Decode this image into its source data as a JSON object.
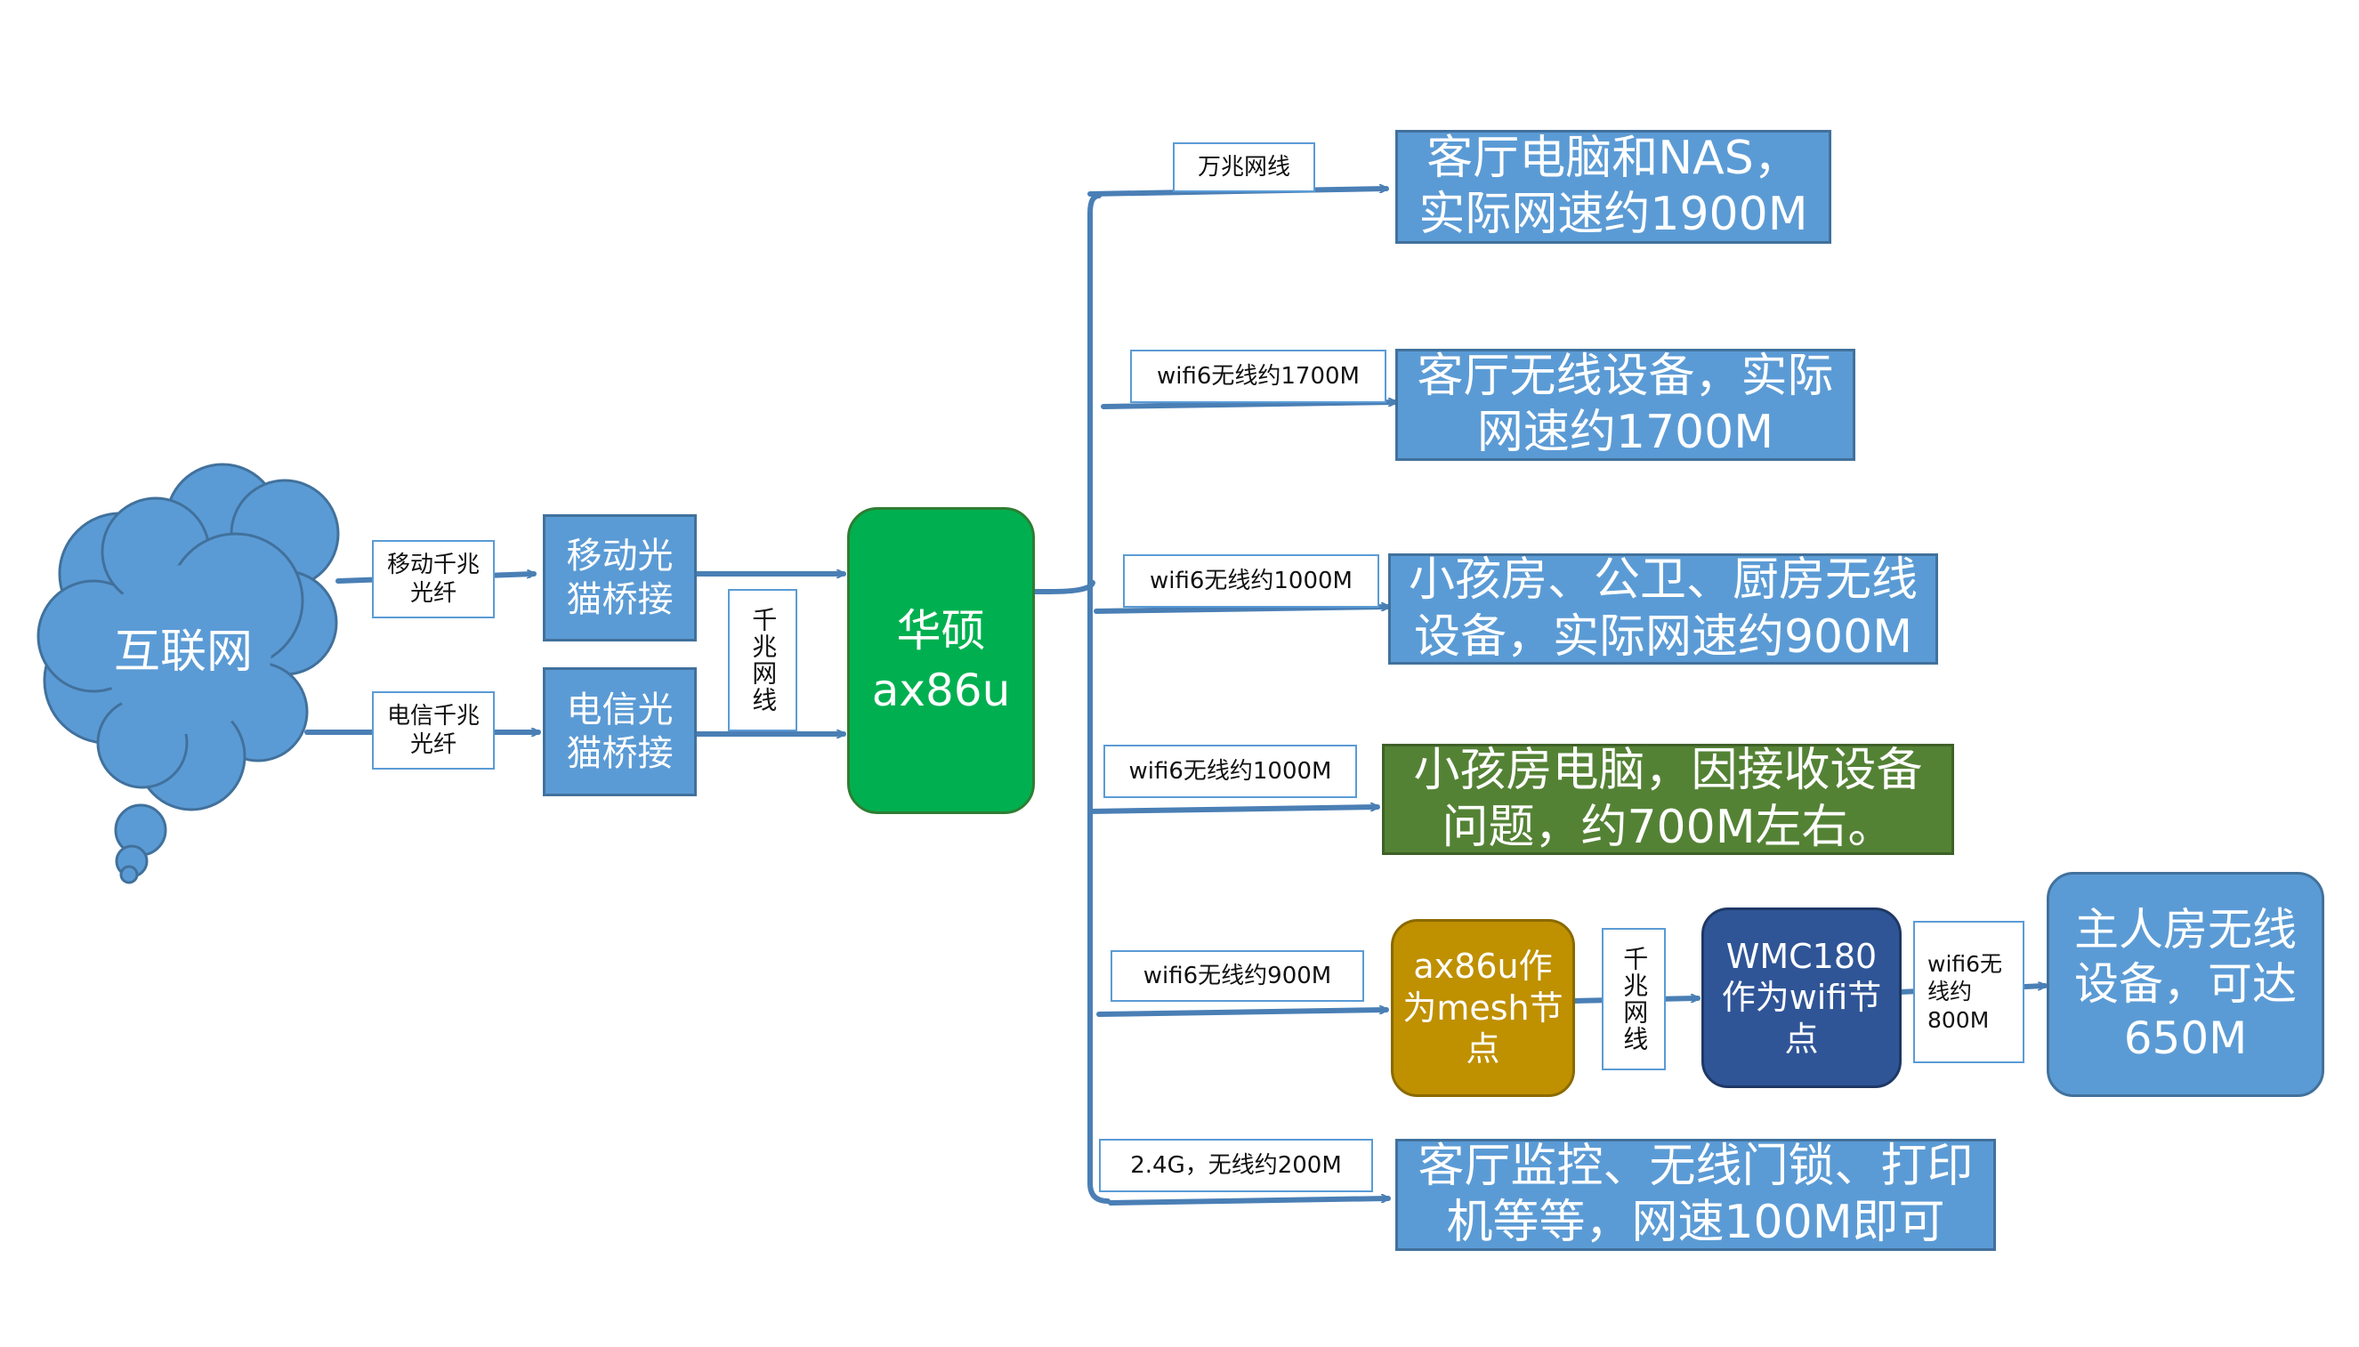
{
  "internet": {
    "label": "互联网"
  },
  "isp_lines": [
    {
      "tag": "移动千兆光纤",
      "modem": "移动光猫桥接"
    },
    {
      "tag": "电信千兆光纤",
      "modem": "电信光猫桥接"
    }
  ],
  "modem_link_tag": "千兆网线",
  "router": {
    "line1": "华硕",
    "line2": "ax86u"
  },
  "branches": [
    {
      "tag": "万兆网线",
      "dest": "客厅电脑和NAS，实际网速约1900M"
    },
    {
      "tag": "wifi6无线约1700M",
      "dest": "客厅无线设备，实际网速约1700M"
    },
    {
      "tag": "wifi6无线约1000M",
      "dest": "小孩房、公卫、厨房无线设备，实际网速约900M"
    },
    {
      "tag": "wifi6无线约1000M",
      "dest": "小孩房电脑，因接收设备问题，约700M左右。"
    },
    {
      "tag": "wifi6无线约900M"
    },
    {
      "tag": "2.4G，无线约200M",
      "dest": "客厅监控、无线门锁、打印机等等，网速100M即可"
    }
  ],
  "mesh_chain": {
    "mesh_node": "ax86u作为mesh节点",
    "link1_tag": "千兆网线",
    "wmc_node": "WMC180作为wifi节点",
    "link2_tag": "wifi6无线约800M",
    "end_node": "主人房无线设备，可达650M"
  },
  "colors": {
    "box_blue": "#5b9bd5",
    "line_blue": "#4a7fb5",
    "router_green": "#00b050",
    "dest_green": "#548235",
    "mesh_gold": "#bf9000",
    "wmc_navy": "#2f5597"
  }
}
